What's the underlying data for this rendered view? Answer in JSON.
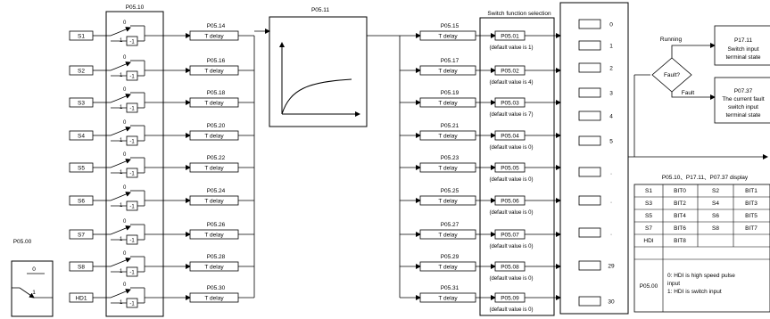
{
  "selector_group_label": "P05.10",
  "filter_block_label": "P05.11",
  "switch_selection_title": "Switch function selection",
  "hdi_param_label": "P05.00",
  "hdi_switch": {
    "pos0": "0",
    "pos1": "1"
  },
  "switch_pos0": "0",
  "switch_pos1": "1",
  "invert_label": "-1",
  "delay_label": "T delay",
  "inputs": [
    {
      "name": "S1",
      "in_delay": "P05.14",
      "out_delay": "P05.15",
      "func": "P05.01",
      "default": "(default value is 1)",
      "slot": "0"
    },
    {
      "name": "S2",
      "in_delay": "P05.16",
      "out_delay": "P05.17",
      "func": "P05.02",
      "default": "(default value is 4)",
      "slot": "1"
    },
    {
      "name": "S3",
      "in_delay": "P05.18",
      "out_delay": "P05.19",
      "func": "P05.03",
      "default": "(default value is 7)",
      "slot": "2"
    },
    {
      "name": "S4",
      "in_delay": "P05.20",
      "out_delay": "P05.21",
      "func": "P05.04",
      "default": "(default value is 0)",
      "slot": "3"
    },
    {
      "name": "S5",
      "in_delay": "P05.22",
      "out_delay": "P05.23",
      "func": "P05.05",
      "default": "(default value is 0)",
      "slot": "4"
    },
    {
      "name": "S6",
      "in_delay": "P05.24",
      "out_delay": "P05.25",
      "func": "P05.06",
      "default": "(default value is 0)",
      "slot": "5"
    },
    {
      "name": "S7",
      "in_delay": "P05.26",
      "out_delay": "P05.27",
      "func": "P05.07",
      "default": "(default value is 0)",
      "slot": "."
    },
    {
      "name": "S8",
      "in_delay": "P05.28",
      "out_delay": "P05.29",
      "func": "P05.08",
      "default": "(default value is 0)",
      "slot": "."
    },
    {
      "name": "HD1",
      "in_delay": "P05.30",
      "out_delay": "P05.31",
      "func": "P05.09",
      "default": "(default value is 0)",
      "slot": "."
    }
  ],
  "extra_slots": [
    ".",
    "29",
    "30"
  ],
  "status": {
    "running_label": "Running",
    "fault_label": "Fault",
    "decision_label": "Fault?",
    "state_box_title": "P17.11",
    "state_box_text": [
      "Switch input",
      "terminal state"
    ],
    "fault_box_title": "P07.37",
    "fault_box_text": [
      "The current fault",
      "switch input",
      "terminal state"
    ]
  },
  "bit_table": {
    "title": "P05.10、P17.11、P07.37 display",
    "rows": [
      [
        "S1",
        "BIT0",
        "S2",
        "BIT1"
      ],
      [
        "S3",
        "BIT2",
        "S4",
        "BIT3"
      ],
      [
        "S5",
        "BIT4",
        "S6",
        "BIT5"
      ],
      [
        "S7",
        "BIT6",
        "S8",
        "BIT7"
      ],
      [
        "HDI",
        "BIT8",
        "",
        ""
      ]
    ],
    "footer_param": "P05.00",
    "footer_text": [
      "0: HDI is high speed pulse",
      "input",
      "1: HDI is switch input"
    ]
  }
}
